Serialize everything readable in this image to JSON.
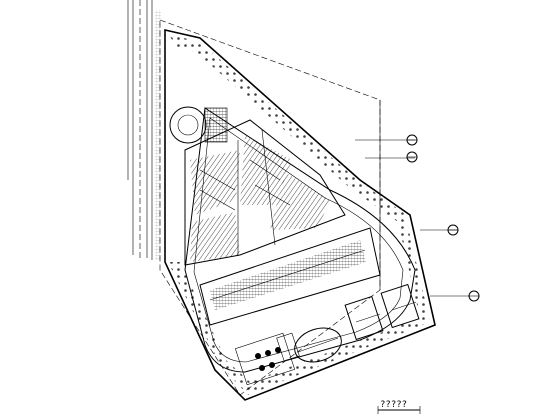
{
  "drawing": {
    "type": "site-plan",
    "scale_label": "?????",
    "colors": {
      "line": "#000000",
      "background": "#ffffff",
      "hatch": "#000000"
    }
  },
  "legend_markers": [
    {
      "name": "callout-marker-1"
    },
    {
      "name": "callout-marker-2"
    },
    {
      "name": "callout-marker-3"
    },
    {
      "name": "callout-marker-4"
    }
  ]
}
